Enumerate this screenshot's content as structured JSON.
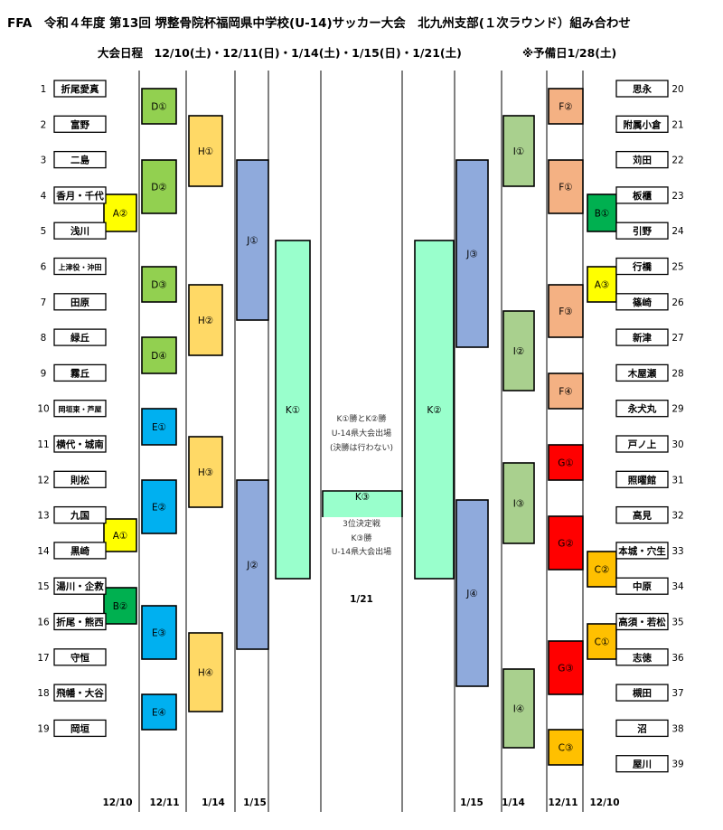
{
  "header": {
    "title": "FFA　令和４年度 第13回 堺整骨院杯福岡県中学校(U-14)サッカー大会　北九州支部(１次ラウンド）組み合わせ",
    "schedule": "大会日程　12/10(土)・12/11(日)・1/14(土)・1/15(日)・1/21(土)",
    "reserve": "※予備日1/28(土)"
  },
  "left_teams": [
    {
      "no": "1",
      "name": "折尾愛真"
    },
    {
      "no": "2",
      "name": "富野"
    },
    {
      "no": "3",
      "name": "二島"
    },
    {
      "no": "4",
      "name": "香月・千代"
    },
    {
      "no": "5",
      "name": "浅川"
    },
    {
      "no": "6",
      "name": "上津役・沖田"
    },
    {
      "no": "7",
      "name": "田原"
    },
    {
      "no": "8",
      "name": "緑丘"
    },
    {
      "no": "9",
      "name": "霧丘"
    },
    {
      "no": "10",
      "name": "岡垣東・芦屋"
    },
    {
      "no": "11",
      "name": "横代・城南"
    },
    {
      "no": "12",
      "name": "則松"
    },
    {
      "no": "13",
      "name": "九国"
    },
    {
      "no": "14",
      "name": "黒崎"
    },
    {
      "no": "15",
      "name": "湯川・企救"
    },
    {
      "no": "16",
      "name": "折尾・熊西"
    },
    {
      "no": "17",
      "name": "守恒"
    },
    {
      "no": "18",
      "name": "飛幡・大谷"
    },
    {
      "no": "19",
      "name": "岡垣"
    }
  ],
  "right_teams": [
    {
      "no": "20",
      "name": "思永"
    },
    {
      "no": "21",
      "name": "附属小倉"
    },
    {
      "no": "22",
      "name": "苅田"
    },
    {
      "no": "23",
      "name": "板櫃"
    },
    {
      "no": "24",
      "name": "引野"
    },
    {
      "no": "25",
      "name": "行橋"
    },
    {
      "no": "26",
      "name": "篠崎"
    },
    {
      "no": "27",
      "name": "新津"
    },
    {
      "no": "28",
      "name": "木屋瀬"
    },
    {
      "no": "29",
      "name": "永犬丸"
    },
    {
      "no": "30",
      "name": "戸ノ上"
    },
    {
      "no": "31",
      "name": "照曜館"
    },
    {
      "no": "32",
      "name": "高見"
    },
    {
      "no": "33",
      "name": "本城・穴生"
    },
    {
      "no": "34",
      "name": "中原"
    },
    {
      "no": "35",
      "name": "高須・若松"
    },
    {
      "no": "36",
      "name": "志徳"
    },
    {
      "no": "37",
      "name": "槻田"
    },
    {
      "no": "38",
      "name": "沼"
    },
    {
      "no": "39",
      "name": "屋川"
    }
  ],
  "matches": {
    "A1": "A①",
    "A2": "A②",
    "A3": "A③",
    "B1": "B①",
    "B2": "B②",
    "C1": "C①",
    "C2": "C②",
    "C3": "C③",
    "D1": "D①",
    "D2": "D②",
    "D3": "D③",
    "D4": "D④",
    "E1": "E①",
    "E2": "E②",
    "E3": "E③",
    "E4": "E④",
    "F1": "F①",
    "F2": "F②",
    "F3": "F③",
    "F4": "F④",
    "G1": "G①",
    "G2": "G②",
    "G3": "G③",
    "H1": "H①",
    "H2": "H②",
    "H3": "H③",
    "H4": "H④",
    "I1": "I①",
    "I2": "I②",
    "I3": "I③",
    "I4": "I④",
    "J1": "J①",
    "J2": "J②",
    "J3": "J③",
    "J4": "J④",
    "K1": "K①",
    "K2": "K②",
    "K3": "K③"
  },
  "center_notes": {
    "top": [
      "K①勝とK②勝",
      "U-14県大会出場",
      "(決勝は行わない)"
    ],
    "third": [
      "3位決定戦",
      "K③勝",
      "U-14県大会出場"
    ],
    "final_date": "1/21"
  },
  "bottom_dates": {
    "left": [
      "12/10",
      "12/11",
      "1/14",
      "1/15"
    ],
    "right": [
      "1/15",
      "1/14",
      "12/11",
      "12/10"
    ]
  },
  "colors": {
    "A": "#ffff00",
    "B": "#00b050",
    "C": "#ffc000",
    "D": "#92d050",
    "E": "#00b0f0",
    "F": "#f4b183",
    "G": "#ff0000",
    "H": "#ffd966",
    "I": "#a9d08e",
    "J": "#8faadc",
    "K": "#99ffcc"
  }
}
